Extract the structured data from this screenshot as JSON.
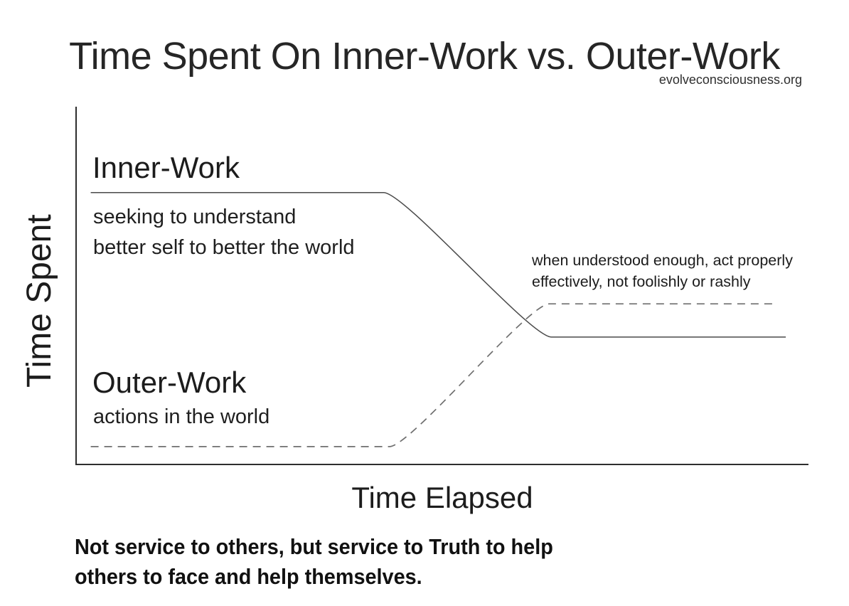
{
  "header": {
    "title": "Time Spent On Inner-Work vs. Outer-Work",
    "attribution": "evolveconsciousness.org"
  },
  "chart_data": {
    "type": "line",
    "title": "Time Spent On Inner-Work vs. Outer-Work",
    "xlabel": "Time Elapsed",
    "ylabel": "Time Spent",
    "x_range": [
      0,
      100
    ],
    "y_range": [
      0,
      100
    ],
    "grid": false,
    "has_tick_labels": false,
    "legend_position": "labels drawn beside lines",
    "series": [
      {
        "name": "Inner-Work",
        "description_line1": "seeking to understand",
        "description_line2": "better self to better the world",
        "line_style": "solid",
        "color": "#4a4a4a",
        "points": [
          [
            2,
            76
          ],
          [
            42,
            76
          ],
          [
            64.9,
            35.6
          ],
          [
            96.9,
            35.6
          ]
        ]
      },
      {
        "name": "Outer-Work",
        "description_line1": "actions in the world",
        "description_line2": "",
        "line_style": "dashed",
        "color": "#6f6f6f",
        "points": [
          [
            2,
            5
          ],
          [
            42.8,
            5
          ],
          [
            64.6,
            44.9
          ],
          [
            95.6,
            44.9
          ]
        ]
      }
    ],
    "annotations": [
      {
        "line1": "when understood enough, act properly",
        "line2": "effectively, not foolishly or rashly",
        "refers_to": "Outer-Work"
      }
    ]
  },
  "footer": {
    "line1": "Not service to others, but service to Truth to help",
    "line2": "others to face and help themselves."
  },
  "colors": {
    "axis": "#2e2e2e",
    "solid_line": "#4a4a4a",
    "dashed_line": "#6f6f6f",
    "text": "#1f1f1f",
    "background": "#ffffff"
  }
}
